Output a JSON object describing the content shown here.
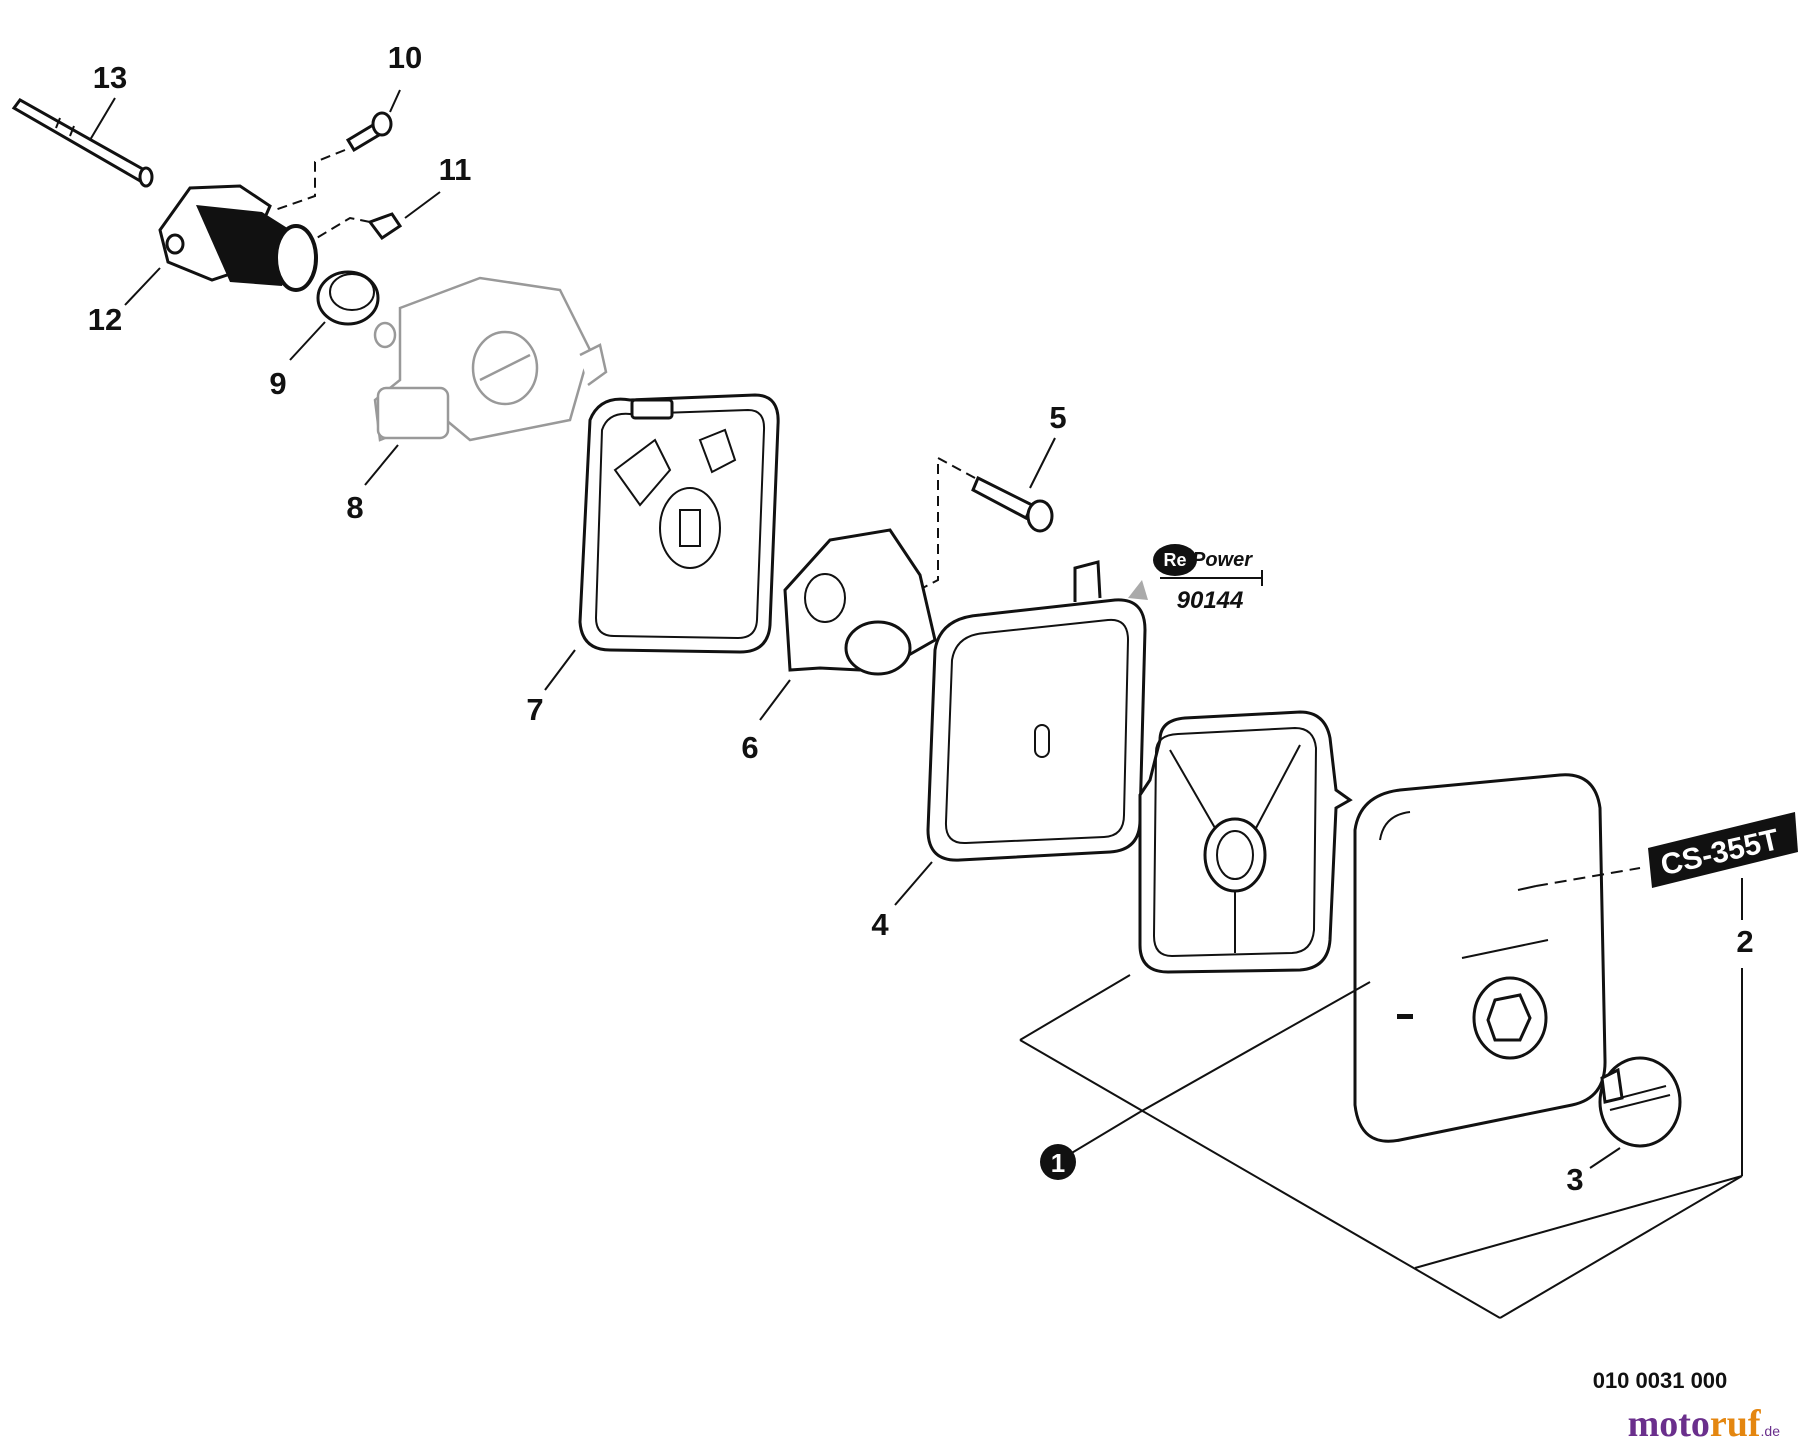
{
  "callouts": [
    "1",
    "2",
    "3",
    "4",
    "5",
    "6",
    "7",
    "8",
    "9",
    "10",
    "11",
    "12",
    "13"
  ],
  "decal_text": "CS-355T",
  "repower": {
    "prefix": "Re",
    "word": "Power",
    "code": "90144"
  },
  "doc_number": "010 0031 000",
  "watermark": {
    "main": "moto",
    "accent": "ruf",
    "suffix": ".de"
  },
  "colors": {
    "line": "#111111",
    "carburetor": "#999999",
    "brand_purple": "#6a2f8c",
    "brand_orange": "#e4860f"
  }
}
